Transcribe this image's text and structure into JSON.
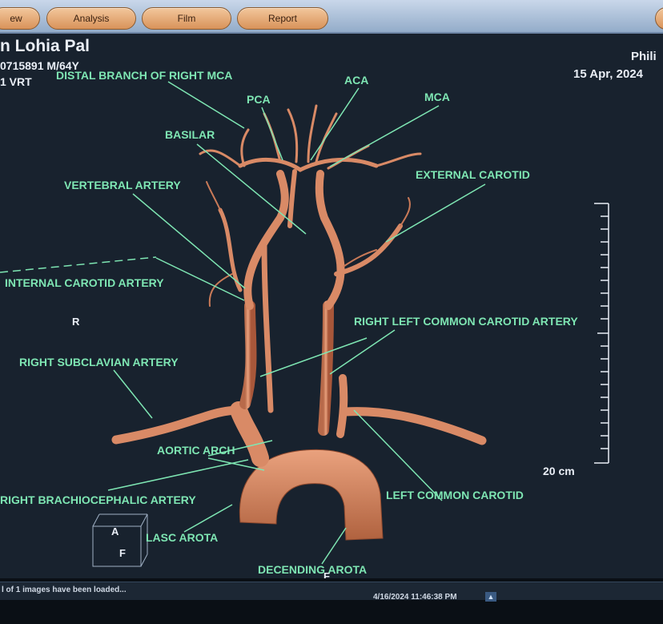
{
  "toolbar": {
    "tabs": [
      {
        "label": "ew"
      },
      {
        "label": "Analysis"
      },
      {
        "label": "Film"
      },
      {
        "label": "Report"
      }
    ]
  },
  "patient": {
    "name": "n Lohia Pal",
    "id_line": "0715891 M/64Y",
    "view_line": "1 VRT",
    "vendor": "Phili",
    "date": "15 Apr, 2024"
  },
  "labels": {
    "distal_mca": "DISTAL BRANCH OF RIGHT MCA",
    "aca": "ACA",
    "pca": "PCA",
    "mca": "MCA",
    "basilar": "BASILAR",
    "external_carotid": "EXTERNAL CAROTID",
    "vertebral": "VERTEBRAL ARTERY",
    "internal_carotid": "INTERNAL CAROTID ARTERY",
    "right_left_common_carotid": "RIGHT LEFT COMMON CAROTID ARTERY",
    "right_subclavian": "RIGHT SUBCLAVIAN ARTERY",
    "aortic_arch": "AORTIC ARCH",
    "right_brachiocephalic": "RIGHT BRACHIOCEPHALIC ARTERY",
    "left_common_carotid": "LEFT COMMON CAROTID",
    "asc_aorta": "LASC AROTA",
    "descending_aorta": "DECENDING AROTA"
  },
  "orientation": {
    "right": "R",
    "cube_front": "A",
    "cube_bottom": "F",
    "bottom": "F"
  },
  "scale": {
    "label": "20 cm"
  },
  "status": {
    "loaded": "l of 1 images have been loaded...",
    "timestamp": "4/16/2024 11:46:38 PM"
  },
  "colors": {
    "vessel": "#d98a66",
    "vessel_dark": "#a8573a",
    "label": "#7ee6b3",
    "background": "#18222e"
  }
}
